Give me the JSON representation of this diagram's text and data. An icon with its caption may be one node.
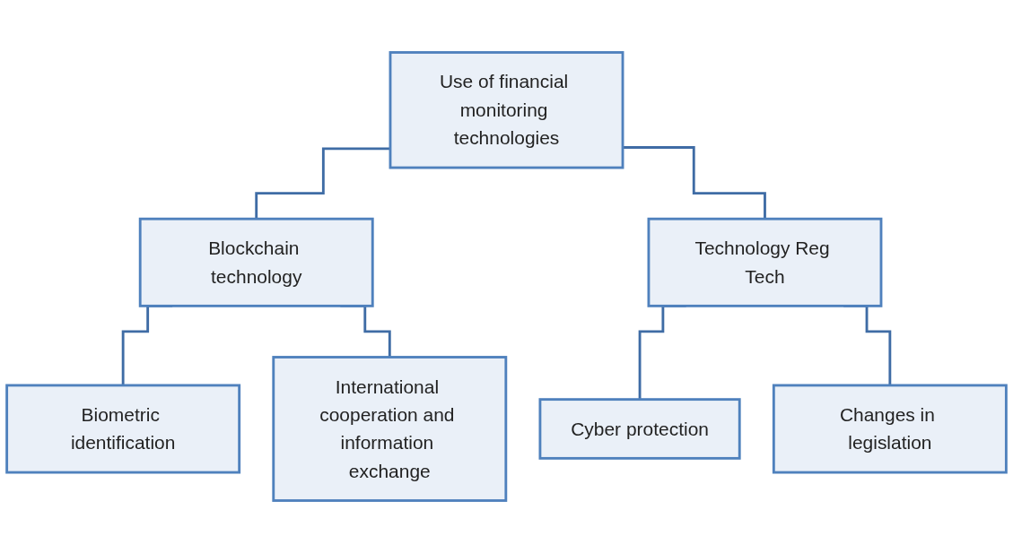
{
  "diagram": {
    "nodes": [
      {
        "text": [
          "Use of financial monitoring technologies"
        ]
      },
      {
        "text": [
          "Blockchain technology"
        ]
      },
      {
        "text": [
          "Technology Reg Tech"
        ]
      },
      {
        "text": [
          "Biometric identification"
        ]
      },
      {
        "text": [
          "International cooperation and information exchange"
        ]
      },
      {
        "text": [
          "Cyber protection"
        ]
      },
      {
        "text": [
          "Changes in legislation"
        ]
      }
    ],
    "edges": [
      {
        "from": 0,
        "to": 1,
        "arrow": "none"
      },
      {
        "from": 0,
        "to": 2,
        "arrow": "none"
      },
      {
        "from": 1,
        "to": 3,
        "arrow": "none"
      },
      {
        "from": 1,
        "to": 4,
        "arrow": "none"
      },
      {
        "from": 2,
        "to": 5,
        "arrow": "none"
      },
      {
        "from": 2,
        "to": 6,
        "arrow": "none"
      }
    ]
  }
}
